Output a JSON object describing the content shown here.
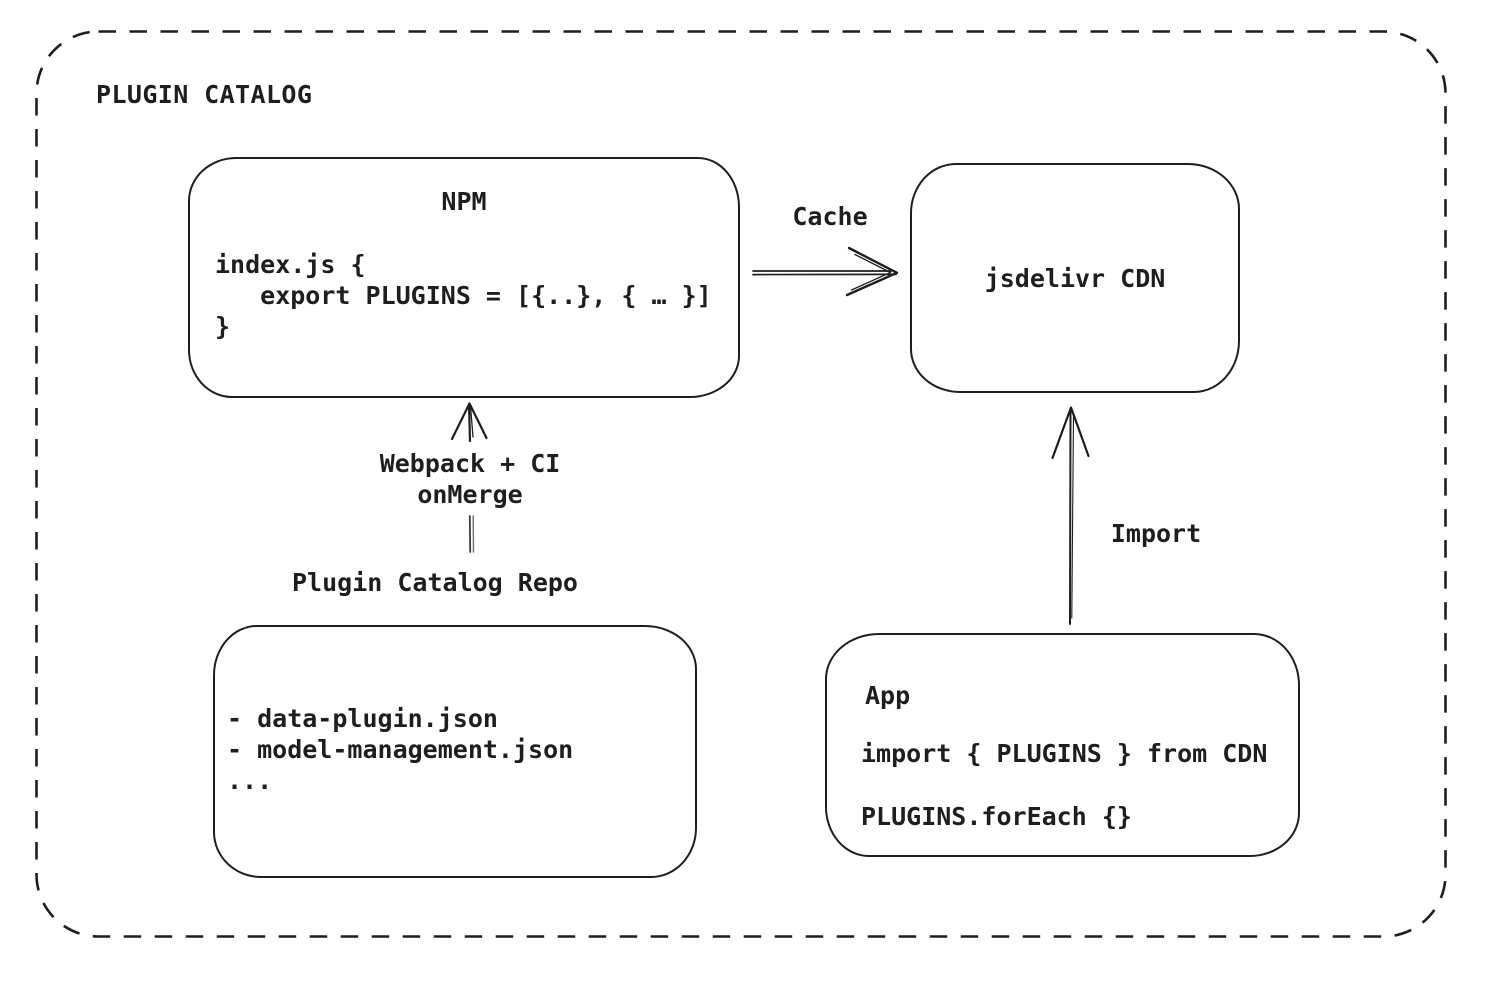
{
  "title": "PLUGIN CATALOG",
  "colors": {
    "stroke": "#1e1e1e",
    "background": "#ffffff"
  },
  "nodes": {
    "npm": {
      "title": "NPM",
      "code": "index.js {\n   export PLUGINS = [{..}, { … }]\n}"
    },
    "cdn": {
      "label": "jsdelivr CDN"
    },
    "repo": {
      "label": "Plugin Catalog Repo",
      "files": "- data-plugin.json\n- model-management.json\n..."
    },
    "app": {
      "title": "App",
      "import_line": "import { PLUGINS } from CDN",
      "foreach_line": "PLUGINS.forEach {}"
    }
  },
  "edges": {
    "npm_to_cdn": {
      "label": "Cache"
    },
    "repo_to_npm": {
      "label_line1": "Webpack + CI",
      "label_line2": "onMerge"
    },
    "app_to_cdn": {
      "label": "Import"
    }
  }
}
